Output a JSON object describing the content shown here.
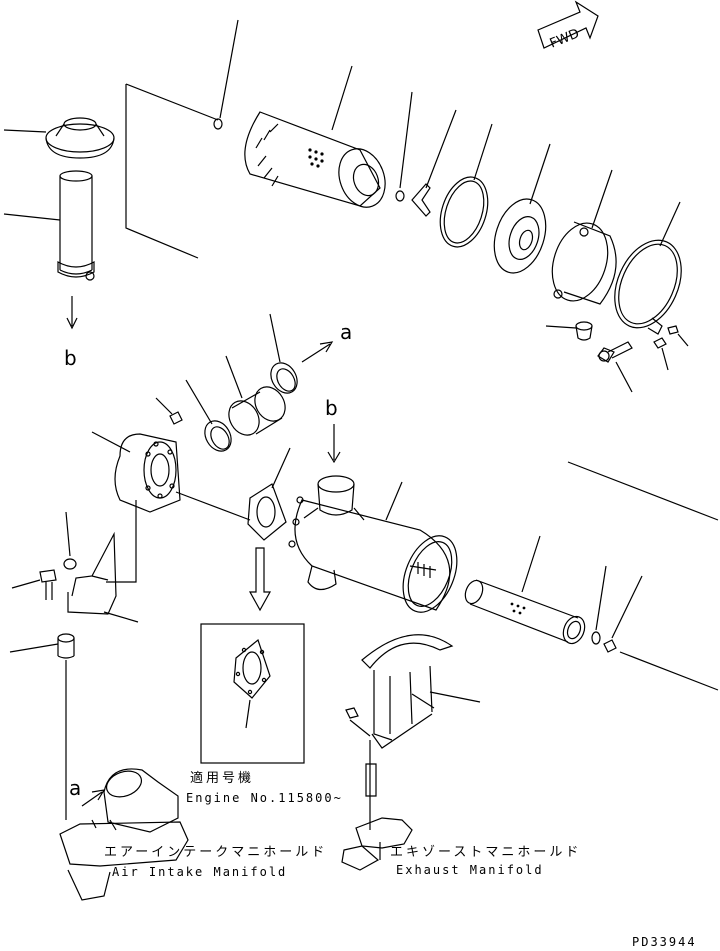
{
  "direction_marker": "FWD",
  "refs": {
    "a": "a",
    "b": "b"
  },
  "applicable": {
    "title_jp": "適用号機",
    "engine_serial": "Engine No.115800~"
  },
  "manifolds": {
    "intake_jp": "エアーインテークマニホールド",
    "intake_en": "Air Intake Manifold",
    "exhaust_jp": "エキゾーストマニホールド",
    "exhaust_en": "Exhaust Manifold"
  },
  "drawing_number": "PD33944"
}
